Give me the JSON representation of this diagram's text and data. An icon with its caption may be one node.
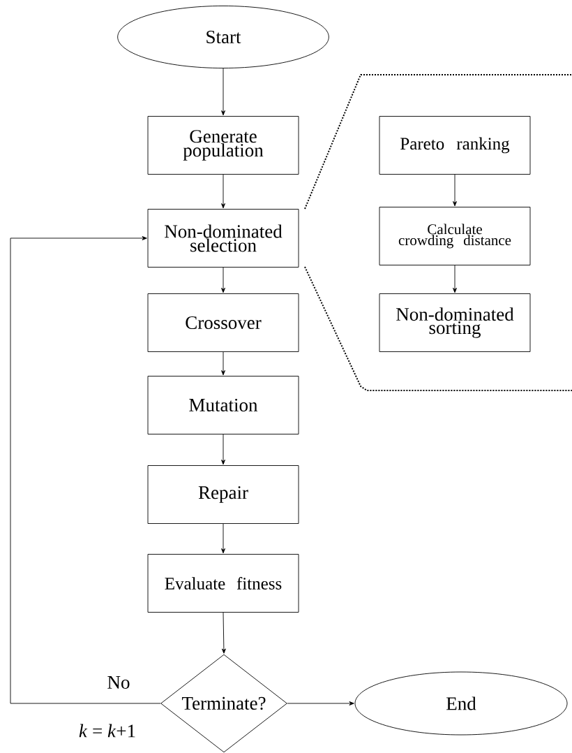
{
  "diagram": {
    "nodes": [
      {
        "text": [
          "Start"
        ]
      },
      {
        "text": [
          "Generate population"
        ]
      },
      {
        "text": [
          "Non-dominated selection"
        ]
      },
      {
        "text": [
          "Crossover"
        ]
      },
      {
        "text": [
          "Mutation"
        ]
      },
      {
        "text": [
          "Repair"
        ]
      },
      {
        "text": [
          "Evaluate fitness"
        ]
      },
      {
        "text": [
          "Terminate?"
        ]
      },
      {
        "text": [
          "End"
        ]
      },
      {
        "text": [
          "Pareto ranking"
        ]
      },
      {
        "text": [
          "Calculate crowding distance"
        ]
      },
      {
        "text": [
          "Non-dominated sorting"
        ]
      }
    ],
    "edges": [
      {
        "from": 0,
        "to": 1,
        "arrow": "to"
      },
      {
        "from": 1,
        "to": 2,
        "arrow": "to"
      },
      {
        "from": 2,
        "to": 3,
        "arrow": "to"
      },
      {
        "from": 3,
        "to": 4,
        "arrow": "to"
      },
      {
        "from": 4,
        "to": 5,
        "arrow": "to"
      },
      {
        "from": 5,
        "to": 6,
        "arrow": "to"
      },
      {
        "from": 6,
        "to": 7,
        "arrow": "to"
      },
      {
        "from": 7,
        "to": 8,
        "arrow": "to"
      },
      {
        "from": 7,
        "to": 2,
        "arrow": "to",
        "label": "No"
      },
      {
        "from": 9,
        "to": 10,
        "arrow": "to"
      },
      {
        "from": 10,
        "to": 11,
        "arrow": "to"
      }
    ],
    "labels": [
      "*k* = *k*+1"
    ]
  }
}
